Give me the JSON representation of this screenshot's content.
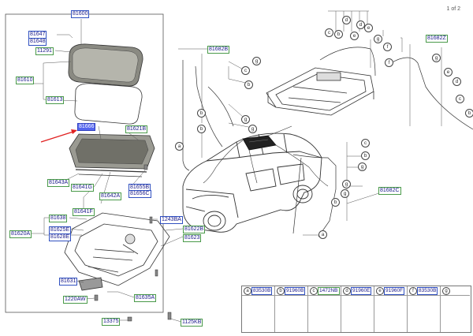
{
  "page_indicator": "1 of 2",
  "colors": {
    "label_border": "#4a9a4a",
    "label_text": "#1a1a8a",
    "highlight": "#5566ee",
    "arrow": "#e02020"
  },
  "labels": {
    "l81600": "81600",
    "l81647": "81647",
    "l81648": "81648",
    "l11291": "11291",
    "l81610": "81610",
    "l81613": "81613",
    "l81666": "81666",
    "l81621b": "81621B",
    "l81643a": "81643A",
    "l81641g": "81641G",
    "l81655b": "81655B",
    "l81656c": "81656C",
    "l81642a": "81642A",
    "l81641f": "81641F",
    "l81638": "81638",
    "l81625e": "81625E",
    "l81628e": "81628E",
    "l81620a": "81620A",
    "l1243ba": "1243BA",
    "l81622b": "81622B",
    "l81623": "81623",
    "l81631": "81631",
    "l1220aw": "1220AW",
    "l81635a": "81635A",
    "l13375": "13375",
    "l1125kb": "1125KB",
    "l81682b": "81682B",
    "l81682z": "81682Z",
    "l81682c": "81682C"
  },
  "callout_letters": [
    "a",
    "b",
    "c",
    "d",
    "e",
    "f",
    "g"
  ],
  "legend": [
    {
      "letter": "a",
      "code": "83530B"
    },
    {
      "letter": "b",
      "code": "91960B"
    },
    {
      "letter": "c",
      "code": "1472NB"
    },
    {
      "letter": "d",
      "code": "91960E"
    },
    {
      "letter": "e",
      "code": "91960F"
    },
    {
      "letter": "f",
      "code": "83530B"
    },
    {
      "letter": "g",
      "code": ""
    }
  ]
}
